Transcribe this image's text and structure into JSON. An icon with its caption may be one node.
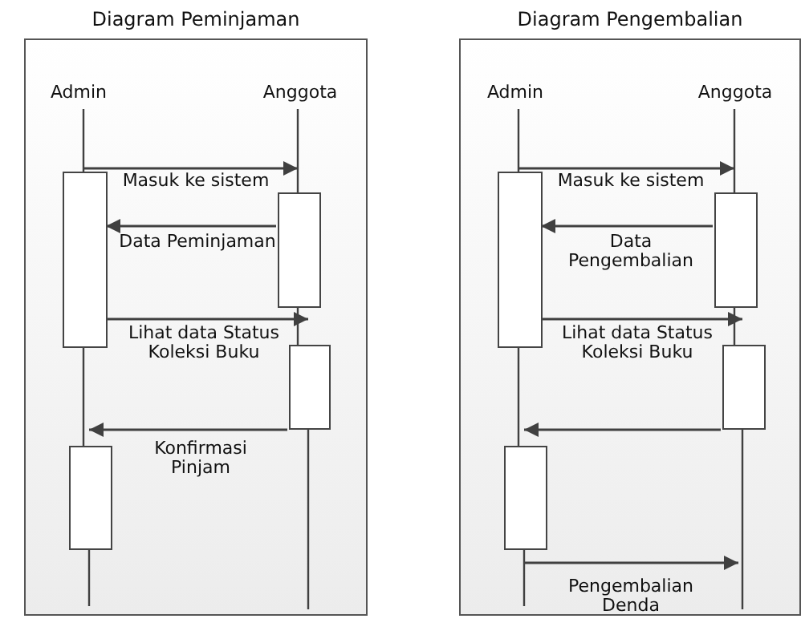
{
  "diagram": {
    "nodes": [
      {
        "text": [
          "Diagram Peminjaman"
        ]
      },
      {
        "text": [
          "Admin"
        ],
        "in": 0
      },
      {
        "text": [
          "Anggota"
        ],
        "in": 0
      },
      {
        "text": [],
        "shape": "box",
        "in": 0
      },
      {
        "text": [],
        "shape": "box",
        "in": 0
      },
      {
        "text": [],
        "shape": "box",
        "in": 0
      },
      {
        "text": [],
        "shape": "box",
        "in": 0
      },
      {
        "text": [
          "Diagram Pengembalian"
        ]
      },
      {
        "text": [
          "Admin"
        ],
        "in": 7
      },
      {
        "text": [
          "Anggota"
        ],
        "in": 7
      },
      {
        "text": [],
        "shape": "box",
        "in": 7
      },
      {
        "text": [],
        "shape": "box",
        "in": 7
      },
      {
        "text": [],
        "shape": "box",
        "in": 7
      },
      {
        "text": [],
        "shape": "box",
        "in": 7
      }
    ],
    "edges": [
      {
        "from": 1,
        "to": 3,
        "arrow": "none"
      },
      {
        "from": 2,
        "to": 4,
        "arrow": "none"
      },
      {
        "from": 3,
        "to": 4,
        "arrow": "to",
        "label": "Masuk ke sistem"
      },
      {
        "from": 4,
        "to": 3,
        "arrow": "to",
        "label": "Data Peminjaman"
      },
      {
        "from": 4,
        "to": 5,
        "arrow": "none"
      },
      {
        "from": 3,
        "to": 5,
        "arrow": "to",
        "label": "Lihat data Status Koleksi Buku"
      },
      {
        "from": 3,
        "to": 6,
        "arrow": "none"
      },
      {
        "from": 5,
        "to": 6,
        "arrow": "to",
        "label": "Konfirmasi Pinjam"
      },
      {
        "from": 6,
        "to": null,
        "arrow": "none"
      },
      {
        "from": 5,
        "to": null,
        "arrow": "none"
      },
      {
        "from": 8,
        "to": 10,
        "arrow": "none"
      },
      {
        "from": 9,
        "to": 11,
        "arrow": "none"
      },
      {
        "from": 10,
        "to": 11,
        "arrow": "to",
        "label": "Masuk ke sistem"
      },
      {
        "from": 11,
        "to": 10,
        "arrow": "to",
        "label": "Data Pengembalian"
      },
      {
        "from": 11,
        "to": 12,
        "arrow": "none"
      },
      {
        "from": 10,
        "to": 12,
        "arrow": "to",
        "label": "Lihat data Status Koleksi Buku"
      },
      {
        "from": 10,
        "to": 13,
        "arrow": "none"
      },
      {
        "from": 12,
        "to": 13,
        "arrow": "to"
      },
      {
        "from": 13,
        "to": null,
        "arrow": "to",
        "label": "Pengembalian Denda"
      },
      {
        "from": 13,
        "to": null,
        "arrow": "none"
      },
      {
        "from": 12,
        "to": null,
        "arrow": "none"
      }
    ]
  }
}
